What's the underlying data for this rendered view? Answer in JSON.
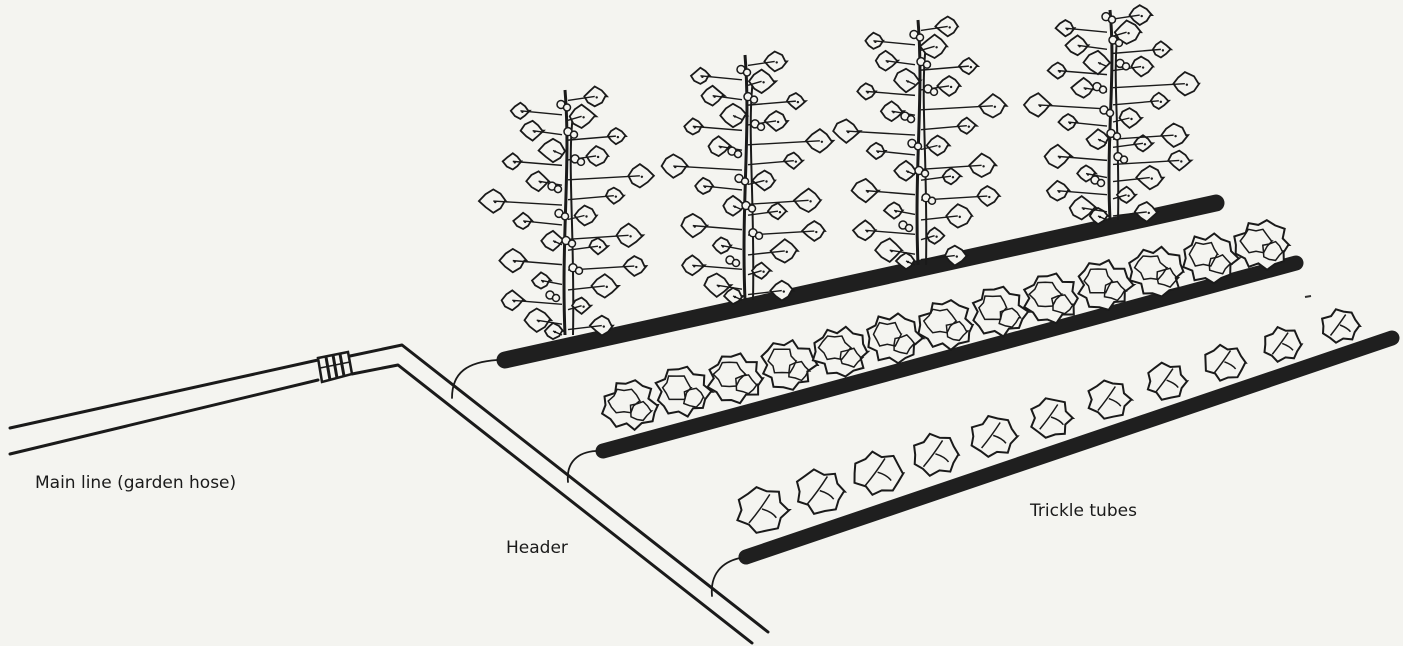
{
  "labels": {
    "main_line": "Main line (garden hose)",
    "header": "Header",
    "trickle_tubes": "Trickle tubes"
  },
  "colors": {
    "background": "#f4f4f0",
    "ink": "#1a1a1a"
  },
  "rows": [
    {
      "crop": "tomato-plant",
      "count": 4
    },
    {
      "crop": "lettuce-head",
      "count": 13
    },
    {
      "crop": "cabbage-head",
      "count": 11
    }
  ]
}
